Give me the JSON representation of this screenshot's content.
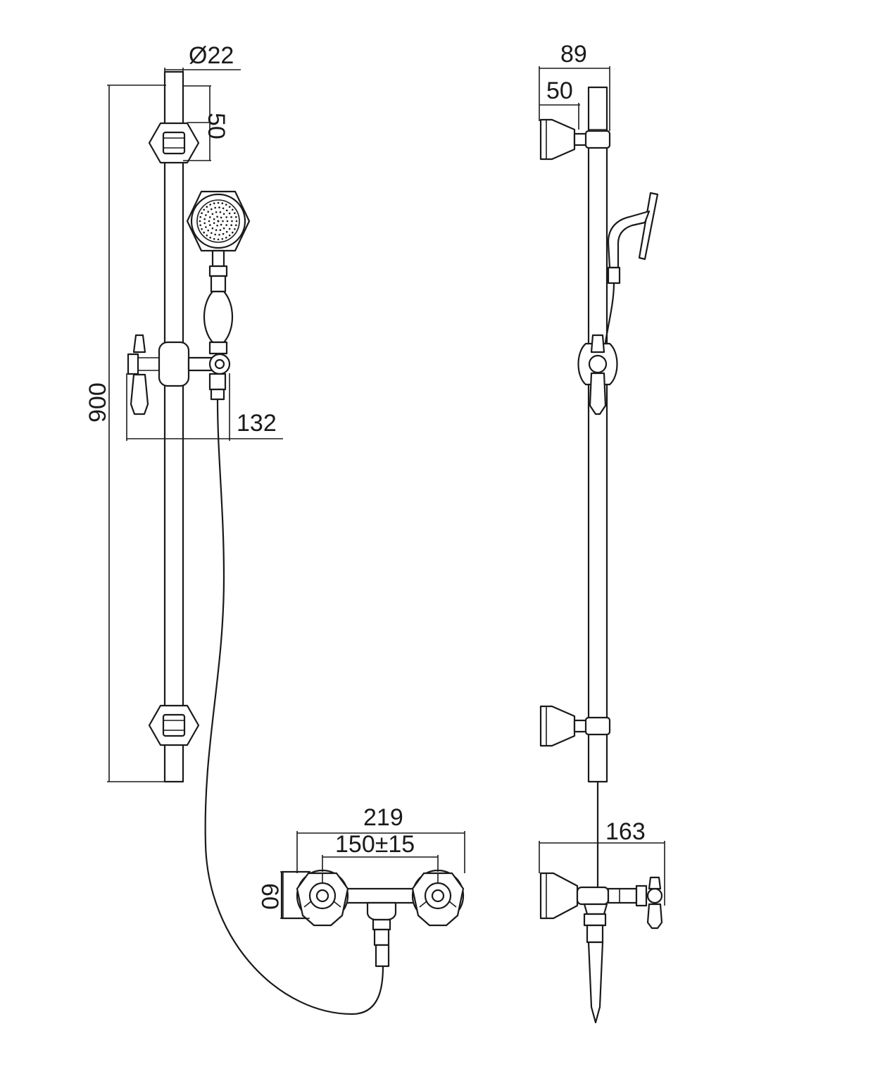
{
  "front_view": {
    "dims": {
      "rail_diameter": "Ø22",
      "top_offset": "50",
      "rail_length": "900",
      "handset_projection": "132"
    }
  },
  "side_view": {
    "dims": {
      "total_depth": "89",
      "bracket_depth": "50",
      "mixer_depth": "163"
    }
  },
  "mixer_view": {
    "dims": {
      "overall_width": "219",
      "centers": "150±15",
      "height": "60"
    }
  },
  "colors": {
    "line": "#1a1a1a",
    "background": "#ffffff"
  }
}
